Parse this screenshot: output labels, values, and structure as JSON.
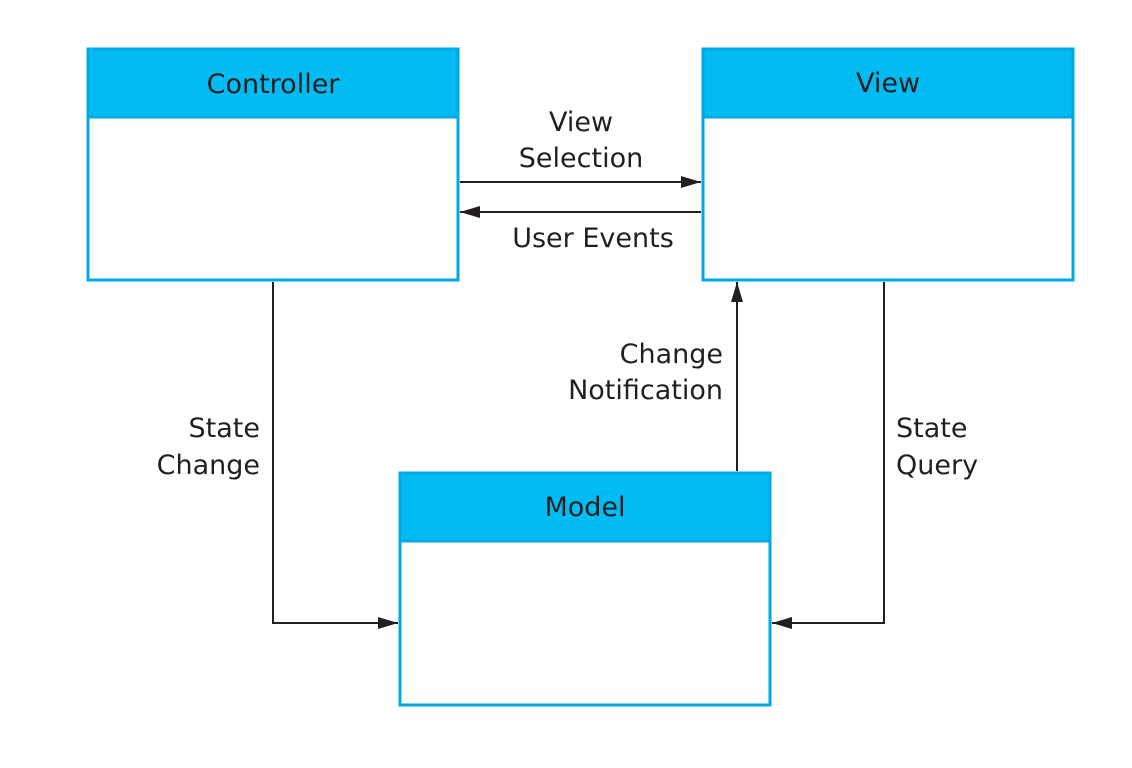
{
  "colors": {
    "box_header": "#00bcf2",
    "box_border": "#00a9e6",
    "box_body": "#ffffff",
    "arrow": "#231f20",
    "text": "#231f20"
  },
  "boxes": {
    "controller": {
      "title": "Controller"
    },
    "view": {
      "title": "View"
    },
    "model": {
      "title": "Model"
    }
  },
  "edges": {
    "view_selection": {
      "line1": "View",
      "line2": "Selection"
    },
    "user_events": {
      "line1": "User Events"
    },
    "change_notification": {
      "line1": "Change",
      "line2": "Notification"
    },
    "state_change": {
      "line1": "State",
      "line2": "Change"
    },
    "state_query": {
      "line1": "State",
      "line2": "Query"
    }
  }
}
